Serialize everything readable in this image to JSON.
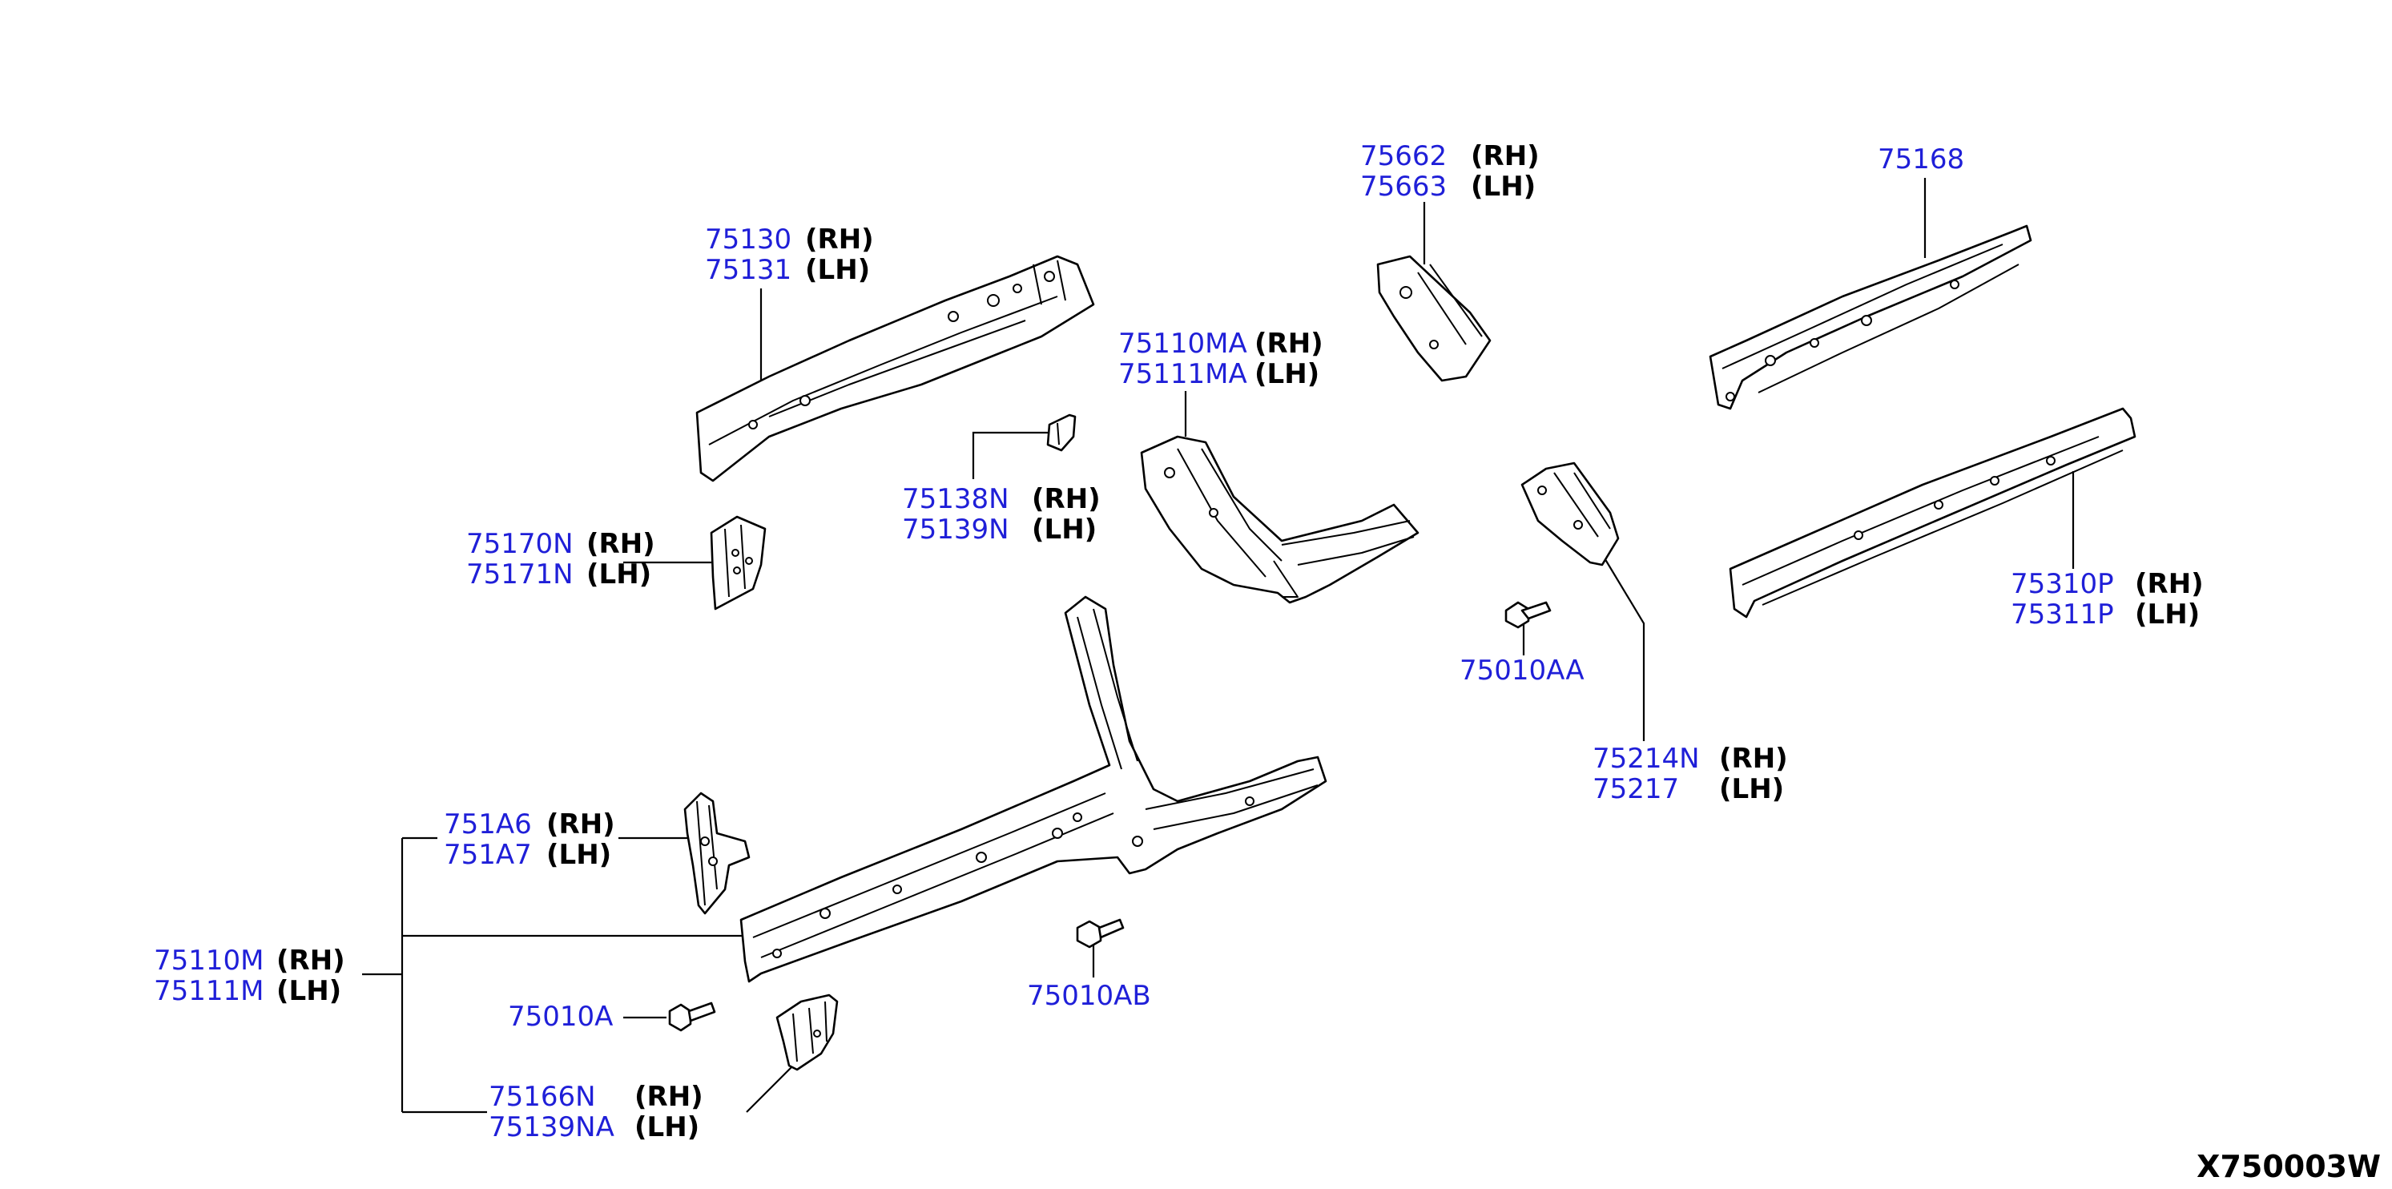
{
  "diagram_code": "X750003W",
  "callouts": [
    {
      "id": "c75130",
      "parts": [
        {
          "number": "75130",
          "side": "(RH)"
        },
        {
          "number": "75131",
          "side": "(LH)"
        }
      ]
    },
    {
      "id": "c75170",
      "parts": [
        {
          "number": "75170N",
          "side": "(RH)"
        },
        {
          "number": "75171N",
          "side": "(LH)"
        }
      ]
    },
    {
      "id": "c75138",
      "parts": [
        {
          "number": "75138N",
          "side": "(RH)"
        },
        {
          "number": "75139N",
          "side": "(LH)"
        }
      ]
    },
    {
      "id": "c75110MA",
      "parts": [
        {
          "number": "75110MA",
          "side": "(RH)"
        },
        {
          "number": "75111MA",
          "side": "(LH)"
        }
      ]
    },
    {
      "id": "c75662",
      "parts": [
        {
          "number": "75662",
          "side": "(RH)"
        },
        {
          "number": "75663",
          "side": "(LH)"
        }
      ]
    },
    {
      "id": "c75168",
      "parts": [
        {
          "number": "75168",
          "side": ""
        }
      ]
    },
    {
      "id": "c75310",
      "parts": [
        {
          "number": "75310P",
          "side": "(RH)"
        },
        {
          "number": "75311P",
          "side": "(LH)"
        }
      ]
    },
    {
      "id": "c75010AA",
      "parts": [
        {
          "number": "75010AA",
          "side": ""
        }
      ]
    },
    {
      "id": "c75214",
      "parts": [
        {
          "number": "75214N",
          "side": "(RH)"
        },
        {
          "number": "75217",
          "side": "(LH)"
        }
      ]
    },
    {
      "id": "c751A6",
      "parts": [
        {
          "number": "751A6",
          "side": "(RH)"
        },
        {
          "number": "751A7",
          "side": "(LH)"
        }
      ]
    },
    {
      "id": "c75110M",
      "parts": [
        {
          "number": "75110M",
          "side": "(RH)"
        },
        {
          "number": "75111M",
          "side": "(LH)"
        }
      ]
    },
    {
      "id": "c75010A",
      "parts": [
        {
          "number": "75010A",
          "side": ""
        }
      ]
    },
    {
      "id": "c75010AB",
      "parts": [
        {
          "number": "75010AB",
          "side": ""
        }
      ]
    },
    {
      "id": "c75166",
      "parts": [
        {
          "number": "75166N",
          "side": "(RH)"
        },
        {
          "number": "75139NA",
          "side": "(LH)"
        }
      ]
    }
  ]
}
